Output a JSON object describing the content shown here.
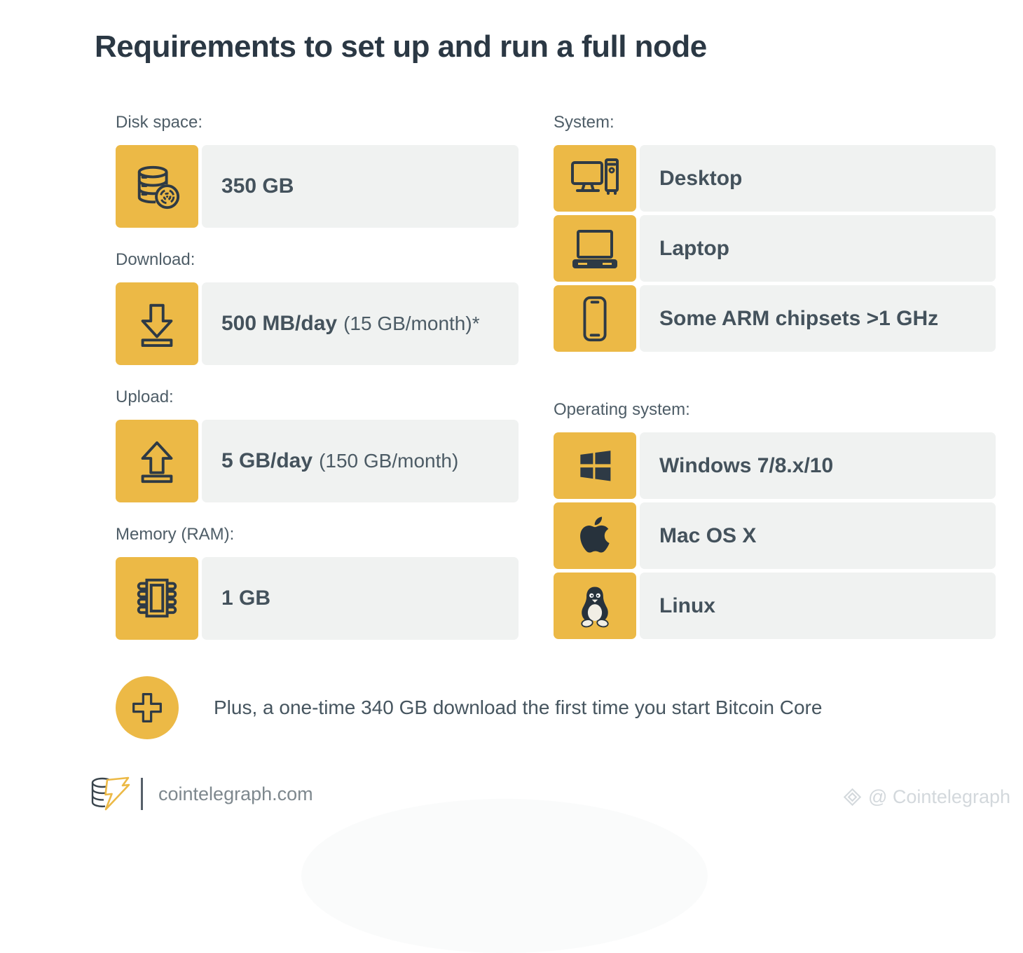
{
  "title": "Requirements to set up and run a full node",
  "left": [
    {
      "label": "Disk space:",
      "icon": "database-disk-icon",
      "value_bold": "350 GB",
      "value_regular": ""
    },
    {
      "label": "Download:",
      "icon": "download-icon",
      "value_bold": "500 MB/day",
      "value_regular": "(15 GB/month)*"
    },
    {
      "label": "Upload:",
      "icon": "upload-icon",
      "value_bold": "5 GB/day",
      "value_regular": "(150 GB/month)"
    },
    {
      "label": "Memory (RAM):",
      "icon": "memory-chip-icon",
      "value_bold": "1 GB",
      "value_regular": ""
    }
  ],
  "right": [
    {
      "label": "System:",
      "rows": [
        {
          "icon": "desktop-icon",
          "text": "Desktop"
        },
        {
          "icon": "laptop-icon",
          "text": "Laptop"
        },
        {
          "icon": "smartphone-icon",
          "text": "Some ARM chipsets >1 GHz"
        }
      ]
    },
    {
      "label": "Operating system:",
      "rows": [
        {
          "icon": "windows-icon",
          "text": "Windows 7/8.x/10"
        },
        {
          "icon": "apple-icon",
          "text": "Mac OS X"
        },
        {
          "icon": "linux-tux-icon",
          "text": "Linux"
        }
      ]
    }
  ],
  "note": {
    "icon": "plus-icon",
    "text": "Plus, a one-time 340 GB download the first time you start Bitcoin Core"
  },
  "footer": {
    "logo": "cointelegraph-coin-bolt-icon",
    "site": "cointelegraph.com",
    "watermark_icon": "cointelegraph-diamond-icon",
    "watermark": "@ Cointelegraph"
  },
  "colors": {
    "accent_yellow": "#ECB946",
    "panel_gray": "#F0F2F1",
    "title_dark": "#2B3844",
    "label_slate": "#4E5D67",
    "value_slate": "#44525C",
    "footer_gray": "#7E888E",
    "watermark_gray": "#D3D8DC"
  }
}
